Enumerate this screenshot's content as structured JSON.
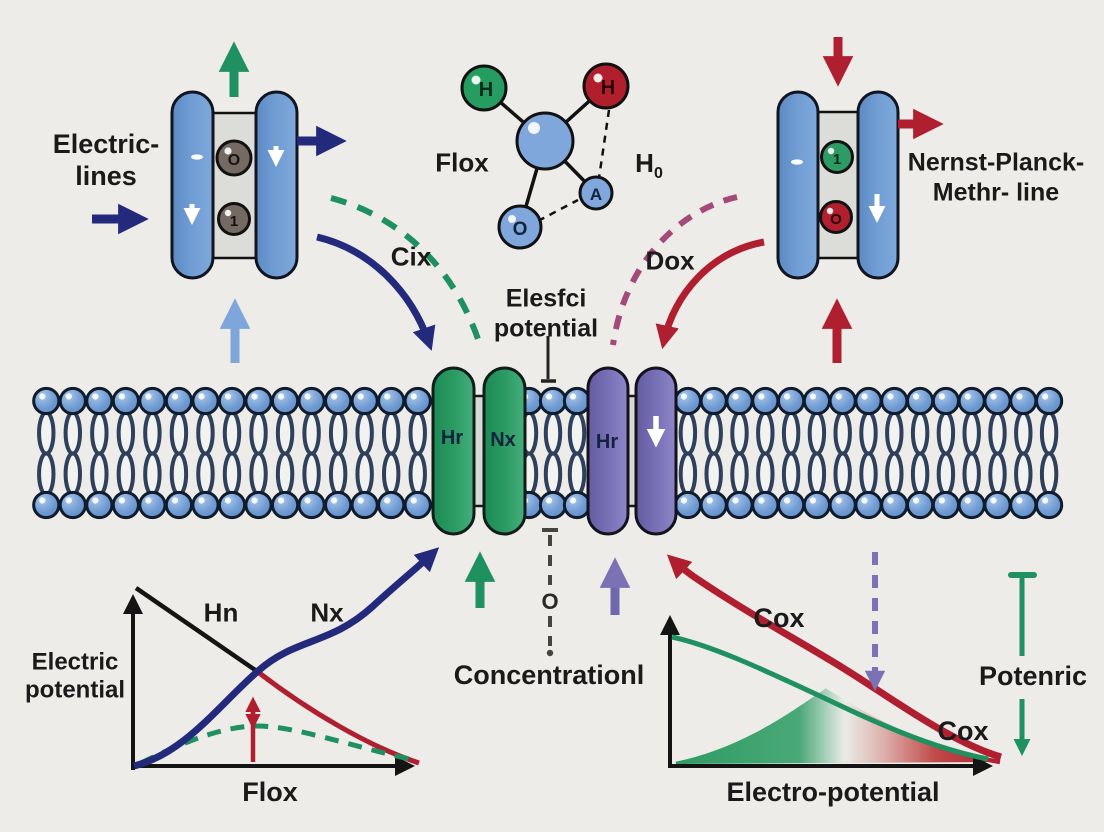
{
  "colors": {
    "background": "#edece8",
    "navy": "#232a7c",
    "green": "#1f9060",
    "crimson": "#b01f30",
    "light_blue": "#7ea6db",
    "purple": "#7a72b5",
    "magenta": "#a34a78",
    "membrane_blue": "#6f9ad2",
    "channel_green": "#2d9c64",
    "channel_purple": "#7a72b5",
    "text": "#1a1a1a"
  },
  "top_left_transporter": {
    "label_line1": "Electric-",
    "label_line2": "lines",
    "pore_top": "O",
    "pore_bottom": "1"
  },
  "top_right_transporter": {
    "label_line1": "Nernst-Planck-",
    "label_line2": "Methr- line",
    "pore_top": "1",
    "pore_bottom": "O"
  },
  "molecule": {
    "label": "Flox",
    "atom_green": "H",
    "atom_red": "H",
    "atom_small": "A",
    "atom_oxygen": "O",
    "h0_base": "H",
    "h0_sub": "0"
  },
  "membrane": {
    "flux_left_label": "Cix",
    "flux_right_label": "Dox",
    "potential_line1": "Elesfci",
    "potential_line2": "potential",
    "channel_green_1": "Hr",
    "channel_green_2": "Nx",
    "channel_purple_1": "Hr",
    "concentration_label": "Concentrationl",
    "concentration_marker": "O"
  },
  "chart_left": {
    "ylabel_line1": "Electric",
    "ylabel_line2": "potential",
    "xlabel": "Flox",
    "series_hn": "Hn",
    "series_nx": "Nx"
  },
  "chart_right": {
    "series_cox_top": "Cox",
    "series_cox_right": "Cox",
    "xlabel": "Electro-potential",
    "side_label": "Potenric"
  },
  "chart_data": [
    {
      "type": "line",
      "title": "",
      "xlabel": "Flox",
      "ylabel": "Electric potential",
      "xlim": [
        0,
        10
      ],
      "ylim": [
        0,
        10
      ],
      "grid": false,
      "legend": "inline labels",
      "series": [
        {
          "name": "Hn",
          "color": "#1a1a1a changing to #b01f30 after crossing",
          "style": "solid",
          "points": [
            [
              0,
              9.3
            ],
            [
              2,
              7.2
            ],
            [
              4.3,
              4.9
            ],
            [
              6,
              3.4
            ],
            [
              8,
              1.6
            ],
            [
              10,
              0.2
            ]
          ]
        },
        {
          "name": "Nx",
          "color": "#232a7c",
          "style": "solid, continues upward out of plot as arrow to membrane channel",
          "points": [
            [
              0,
              0
            ],
            [
              2,
              1.8
            ],
            [
              4.3,
              4.9
            ],
            [
              6,
              6.3
            ],
            [
              8,
              8.0
            ],
            [
              10,
              10
            ]
          ]
        },
        {
          "name": "unlabeled dashed hump",
          "color": "#1f9060",
          "style": "dashed",
          "points": [
            [
              0,
              0
            ],
            [
              2,
              1.3
            ],
            [
              4.2,
              2.0
            ],
            [
              6,
              1.7
            ],
            [
              8,
              0.9
            ],
            [
              10,
              0.2
            ]
          ]
        }
      ],
      "annotations": [
        "red double-headed vertical arrow at x≈4.2 between dashed hump and curve crossing"
      ]
    },
    {
      "type": "line",
      "title": "",
      "xlabel": "Electro-potential",
      "ylabel": "",
      "xlim": [
        0,
        10
      ],
      "ylim": [
        0,
        10
      ],
      "grid": false,
      "series": [
        {
          "name": "Cox",
          "color": "#b01f30",
          "style": "solid, continues upward out of plot as arrow to membrane channel",
          "points": [
            [
              0,
              10
            ],
            [
              2,
              7.4
            ],
            [
              4,
              5.2
            ],
            [
              6,
              3.2
            ],
            [
              8,
              1.4
            ],
            [
              10,
              0.4
            ]
          ]
        },
        {
          "name": "unlabeled green",
          "color": "#1f9060",
          "style": "solid",
          "points": [
            [
              0,
              6.4
            ],
            [
              2,
              5.5
            ],
            [
              4,
              4.2
            ],
            [
              6,
              2.8
            ],
            [
              8,
              1.2
            ],
            [
              10,
              0.3
            ]
          ]
        },
        {
          "name": "gradient area",
          "color": "gradient #2d9c64 to #b01f30",
          "style": "filled area",
          "points": [
            [
              0,
              0
            ],
            [
              2,
              1.2
            ],
            [
              4.7,
              3.7
            ],
            [
              7,
              1.6
            ],
            [
              10,
              0.2
            ]
          ]
        }
      ],
      "annotations": [
        "purple dashed down-arrow at x≈6.1",
        "green capped down-arrow at far right labeled Potenric"
      ]
    }
  ]
}
